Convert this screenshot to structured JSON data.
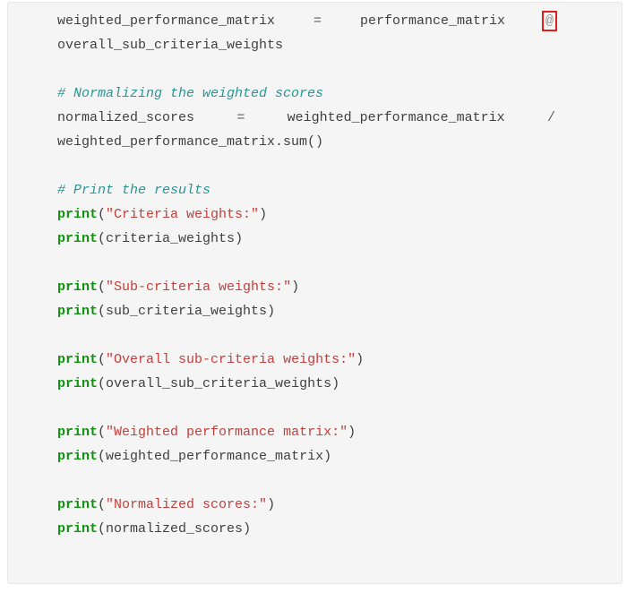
{
  "page": {
    "background": "#ffffff"
  },
  "code_block": {
    "background": "#f5f5f5",
    "border_color": "#e7e7e7",
    "colors": {
      "plain": "#3f3f3f",
      "operator": "#5f5f5f",
      "operator_light": "#949494",
      "keyword": "#0e930e",
      "string": "#c2403c",
      "comment": "#2b9494",
      "highlight_box": "#e0201c"
    },
    "lines": [
      {
        "layout": "justify",
        "tokens": [
          {
            "text": "weighted_performance_matrix",
            "type": "plain"
          },
          {
            "text": "=",
            "type": "operator"
          },
          {
            "text": "performance_matrix",
            "type": "plain"
          },
          {
            "text": "@",
            "type": "operator-light",
            "highlighted": true
          }
        ]
      },
      {
        "layout": "normal",
        "tokens": [
          {
            "text": "overall_sub_criteria_weights",
            "type": "plain"
          }
        ]
      },
      {
        "layout": "blank",
        "tokens": []
      },
      {
        "layout": "normal",
        "tokens": [
          {
            "text": "# Normalizing the weighted scores",
            "type": "comment"
          }
        ]
      },
      {
        "layout": "justify",
        "tokens": [
          {
            "text": "normalized_scores",
            "type": "plain"
          },
          {
            "text": "=",
            "type": "operator"
          },
          {
            "text": "weighted_performance_matrix",
            "type": "plain"
          },
          {
            "text": "/",
            "type": "operator"
          }
        ]
      },
      {
        "layout": "normal",
        "tokens": [
          {
            "text": "weighted_performance_matrix.sum()",
            "type": "plain"
          }
        ]
      },
      {
        "layout": "blank",
        "tokens": []
      },
      {
        "layout": "normal",
        "tokens": [
          {
            "text": "# Print the results",
            "type": "comment"
          }
        ]
      },
      {
        "layout": "normal",
        "tokens": [
          {
            "text": "print",
            "type": "keyword"
          },
          {
            "text": "(",
            "type": "plain"
          },
          {
            "text": "\"Criteria weights:\"",
            "type": "string"
          },
          {
            "text": ")",
            "type": "plain"
          }
        ]
      },
      {
        "layout": "normal",
        "tokens": [
          {
            "text": "print",
            "type": "keyword"
          },
          {
            "text": "(",
            "type": "plain"
          },
          {
            "text": "criteria_weights",
            "type": "plain"
          },
          {
            "text": ")",
            "type": "plain"
          }
        ]
      },
      {
        "layout": "blank",
        "tokens": []
      },
      {
        "layout": "normal",
        "tokens": [
          {
            "text": "print",
            "type": "keyword"
          },
          {
            "text": "(",
            "type": "plain"
          },
          {
            "text": "\"Sub-criteria weights:\"",
            "type": "string"
          },
          {
            "text": ")",
            "type": "plain"
          }
        ]
      },
      {
        "layout": "normal",
        "tokens": [
          {
            "text": "print",
            "type": "keyword"
          },
          {
            "text": "(",
            "type": "plain"
          },
          {
            "text": "sub_criteria_weights",
            "type": "plain"
          },
          {
            "text": ")",
            "type": "plain"
          }
        ]
      },
      {
        "layout": "blank",
        "tokens": []
      },
      {
        "layout": "normal",
        "tokens": [
          {
            "text": "print",
            "type": "keyword"
          },
          {
            "text": "(",
            "type": "plain"
          },
          {
            "text": "\"Overall sub-criteria weights:\"",
            "type": "string"
          },
          {
            "text": ")",
            "type": "plain"
          }
        ]
      },
      {
        "layout": "normal",
        "tokens": [
          {
            "text": "print",
            "type": "keyword"
          },
          {
            "text": "(",
            "type": "plain"
          },
          {
            "text": "overall_sub_criteria_weights",
            "type": "plain"
          },
          {
            "text": ")",
            "type": "plain"
          }
        ]
      },
      {
        "layout": "blank",
        "tokens": []
      },
      {
        "layout": "normal",
        "tokens": [
          {
            "text": "print",
            "type": "keyword"
          },
          {
            "text": "(",
            "type": "plain"
          },
          {
            "text": "\"Weighted performance matrix:\"",
            "type": "string"
          },
          {
            "text": ")",
            "type": "plain"
          }
        ]
      },
      {
        "layout": "normal",
        "tokens": [
          {
            "text": "print",
            "type": "keyword"
          },
          {
            "text": "(",
            "type": "plain"
          },
          {
            "text": "weighted_performance_matrix",
            "type": "plain"
          },
          {
            "text": ")",
            "type": "plain"
          }
        ]
      },
      {
        "layout": "blank",
        "tokens": []
      },
      {
        "layout": "normal",
        "tokens": [
          {
            "text": "print",
            "type": "keyword"
          },
          {
            "text": "(",
            "type": "plain"
          },
          {
            "text": "\"Normalized scores:\"",
            "type": "string"
          },
          {
            "text": ")",
            "type": "plain"
          }
        ]
      },
      {
        "layout": "normal",
        "tokens": [
          {
            "text": "print",
            "type": "keyword"
          },
          {
            "text": "(",
            "type": "plain"
          },
          {
            "text": "normalized_scores",
            "type": "plain"
          },
          {
            "text": ")",
            "type": "plain"
          }
        ]
      }
    ]
  }
}
